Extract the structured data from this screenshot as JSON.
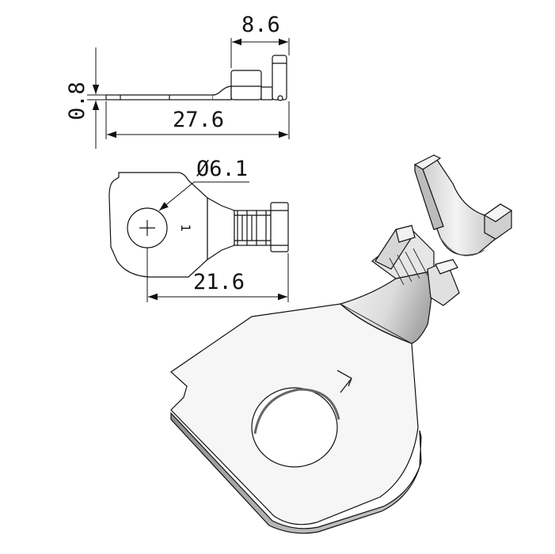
{
  "dimensions": {
    "terminal_height": "8.6",
    "thickness": "0.8",
    "overall_length": "27.6",
    "hole_diameter": "Ø6.1",
    "ring_to_end": "21.6"
  },
  "part_mark": "1",
  "colors": {
    "line": "#111111",
    "shade_light": "#f2f2f2",
    "shade_mid": "#d2d2d2",
    "shade_dark": "#9a9a9a"
  }
}
